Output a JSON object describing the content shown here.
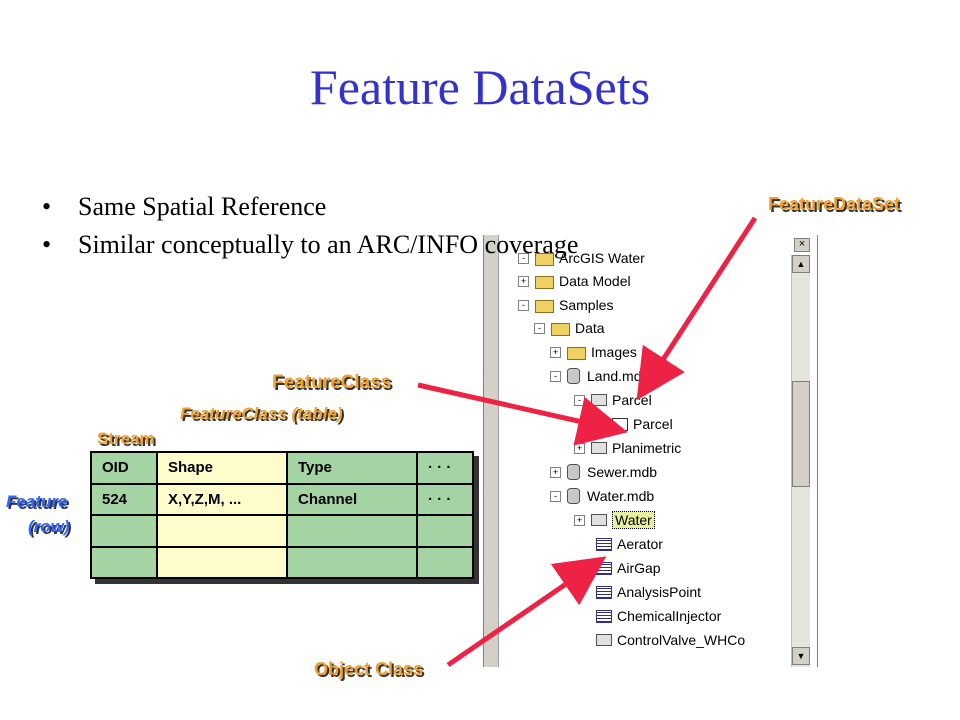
{
  "title": "Feature DataSets",
  "bullets": [
    "Same Spatial Reference",
    "Similar conceptually to an ARC/INFO coverage"
  ],
  "bullet_symbol": "•",
  "tree": {
    "close_glyph": "×",
    "scroll_up_glyph": "▲",
    "scroll_down_glyph": "▼",
    "nodes": [
      {
        "label": "ArcGIS Water",
        "icon": "folder-icon",
        "toggle": "-"
      },
      {
        "label": "Data Model",
        "icon": "folder-icon",
        "toggle": "+"
      },
      {
        "label": "Samples",
        "icon": "folder-icon",
        "toggle": "-"
      },
      {
        "label": "Data",
        "icon": "folder-icon",
        "toggle": "-"
      },
      {
        "label": "Images",
        "icon": "folder-icon",
        "toggle": "+"
      },
      {
        "label": "Land.mdb",
        "icon": "database-icon",
        "toggle": "-"
      },
      {
        "label": "Parcel",
        "icon": "feature-dataset-icon",
        "toggle": "-"
      },
      {
        "label": "Parcel",
        "icon": "feature-class-icon",
        "toggle": ""
      },
      {
        "label": "Planimetric",
        "icon": "feature-dataset-icon",
        "toggle": "+"
      },
      {
        "label": "Sewer.mdb",
        "icon": "database-icon",
        "toggle": "+"
      },
      {
        "label": "Water.mdb",
        "icon": "database-icon",
        "toggle": "-"
      },
      {
        "label": "Water",
        "icon": "feature-dataset-icon",
        "toggle": "+"
      },
      {
        "label": "Aerator",
        "icon": "table-icon",
        "toggle": ""
      },
      {
        "label": "AirGap",
        "icon": "table-icon",
        "toggle": ""
      },
      {
        "label": "AnalysisPoint",
        "icon": "table-icon",
        "toggle": ""
      },
      {
        "label": "ChemicalInjector",
        "icon": "table-icon",
        "toggle": ""
      },
      {
        "label": "ControlValve_WHCo",
        "icon": "relationship-icon",
        "toggle": ""
      }
    ]
  },
  "table": {
    "headers": [
      "OID",
      "Shape",
      "Type",
      "· · ·"
    ],
    "row": [
      "524",
      "X,Y,Z,M, ...",
      "Channel",
      "· · ·"
    ]
  },
  "labels": {
    "feature_dataset": "FeatureDataSet",
    "feature_class": "FeatureClass",
    "feature_class_table": "FeatureClass (table)",
    "stream": "Stream",
    "feature_row_1": "Feature",
    "feature_row_2": "(row)",
    "object_class": "Object Class"
  },
  "colors": {
    "title": "#3333cc",
    "callout_orange": "#f0a030",
    "callout_blue": "#3366ff",
    "arrow": "#ee2244",
    "table_green": "#a4d3a4",
    "table_yellow": "#fffccc"
  }
}
